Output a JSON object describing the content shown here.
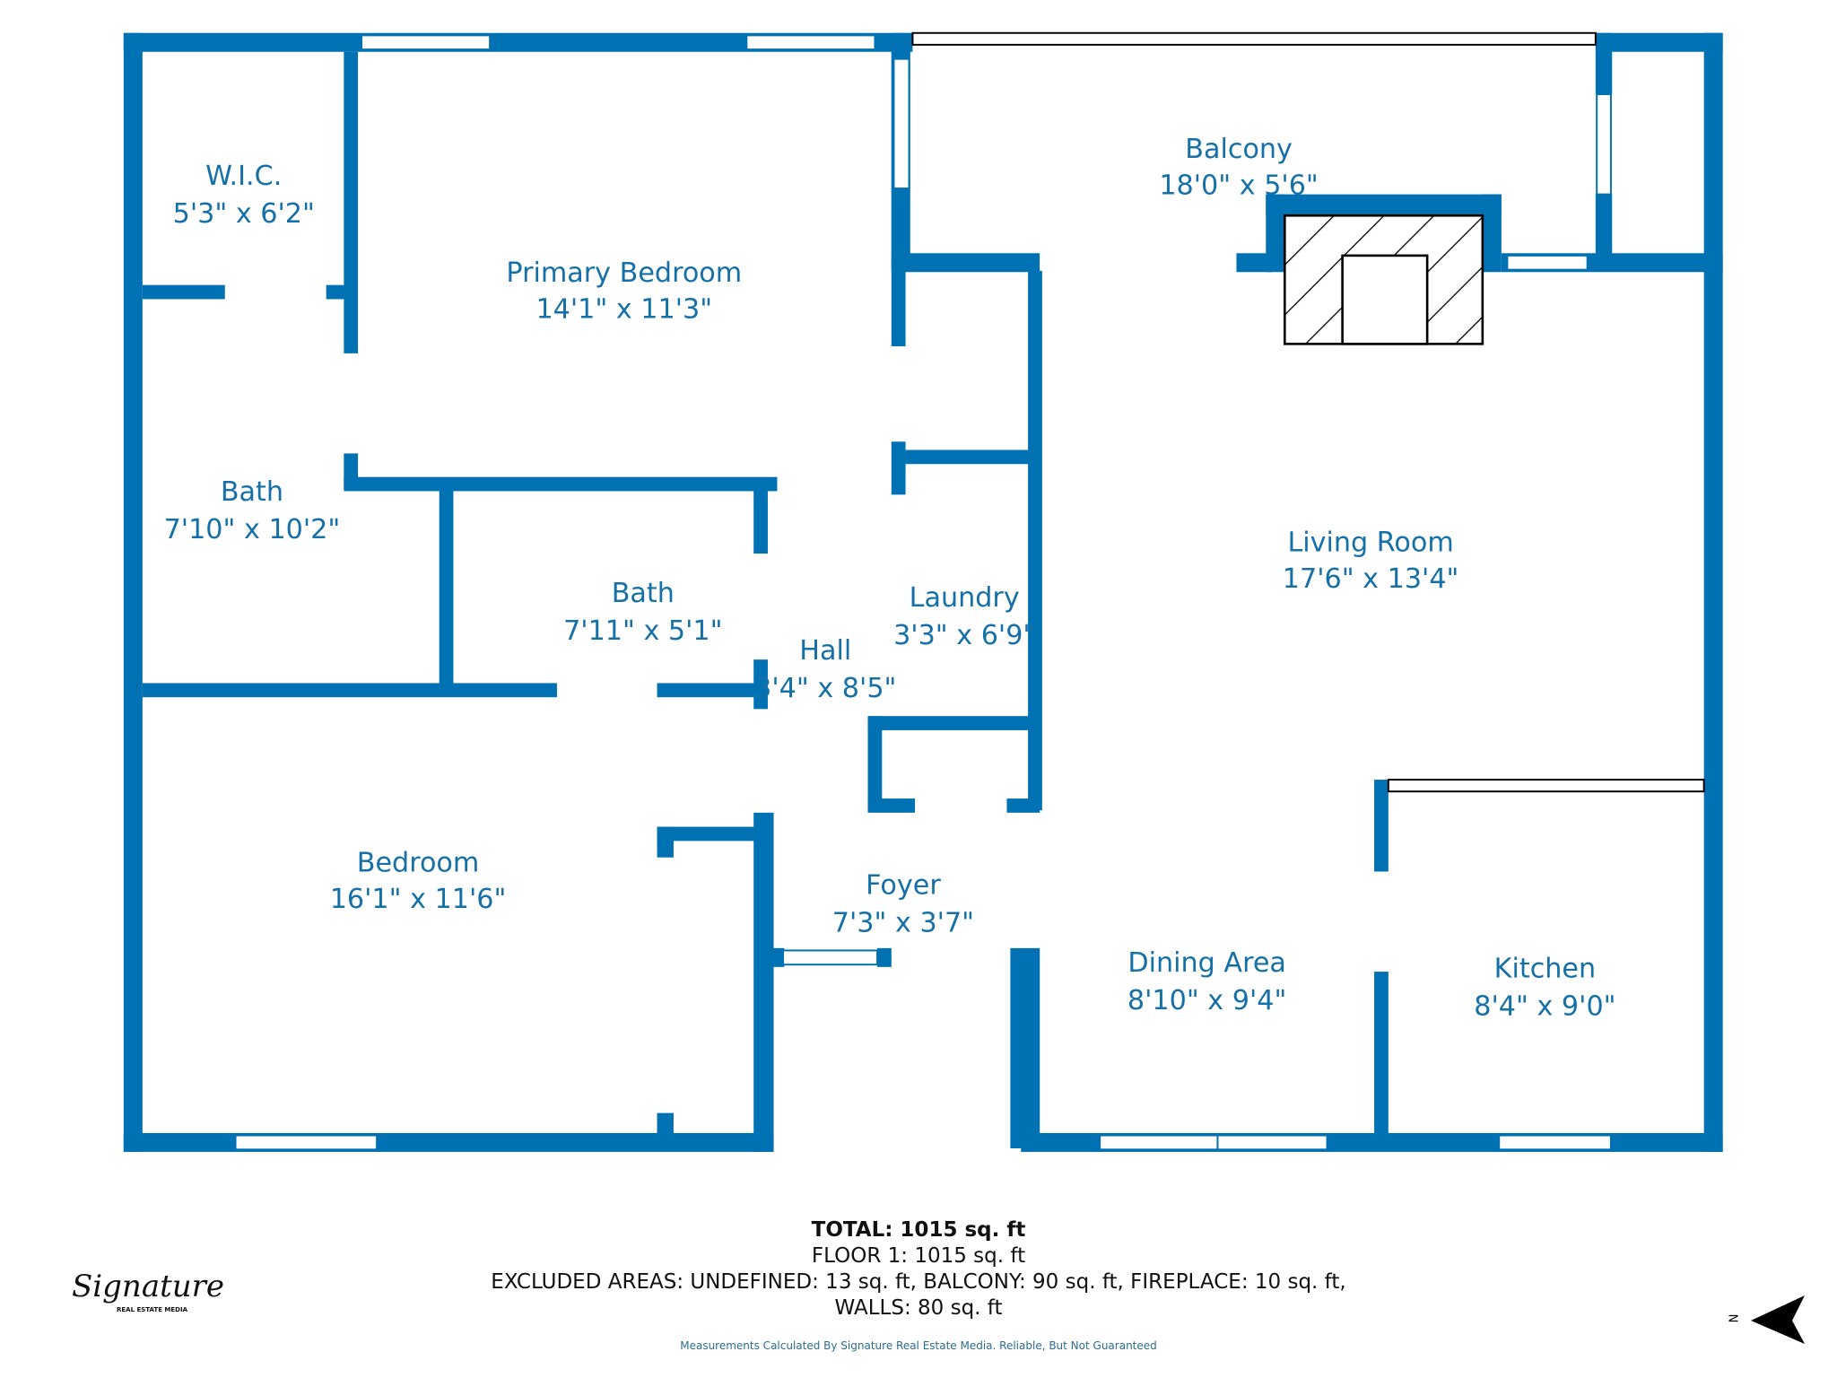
{
  "colors": {
    "wall": "#0071b3",
    "label": "#1670a8"
  },
  "rooms": [
    {
      "name": "W.I.C.",
      "dims": "5'3\" x 6'2\""
    },
    {
      "name": "Primary Bedroom",
      "dims": "14'1\" x 11'3\""
    },
    {
      "name": "Balcony",
      "dims": "18'0\" x 5'6\""
    },
    {
      "name": "Bath",
      "dims": "7'10\" x 10'2\""
    },
    {
      "name": "Bath",
      "dims": "7'11\" x 5'1\""
    },
    {
      "name": "Hall",
      "dims": "3'4\" x 8'5\""
    },
    {
      "name": "Laundry",
      "dims": "3'3\" x 6'9\""
    },
    {
      "name": "Living Room",
      "dims": "17'6\" x 13'4\""
    },
    {
      "name": "Bedroom",
      "dims": "16'1\" x 11'6\""
    },
    {
      "name": "Foyer",
      "dims": "7'3\" x 3'7\""
    },
    {
      "name": "Dining Area",
      "dims": "8'10\" x 9'4\""
    },
    {
      "name": "Kitchen",
      "dims": "8'4\" x 9'0\""
    }
  ],
  "summary": {
    "total": "TOTAL: 1015 sq. ft",
    "floor": "FLOOR 1: 1015 sq. ft",
    "excluded": "EXCLUDED AREAS: UNDEFINED: 13 sq. ft, BALCONY: 90 sq. ft, FIREPLACE: 10 sq. ft,",
    "walls": "WALLS: 80 sq. ft"
  },
  "disclaimer": "Measurements Calculated By Signature Real Estate Media. Reliable, But Not Guaranteed",
  "logo": {
    "script": "Signature",
    "sub": "REAL ESTATE MEDIA"
  },
  "north": {
    "label": "N",
    "icon": "north-arrow-icon"
  }
}
